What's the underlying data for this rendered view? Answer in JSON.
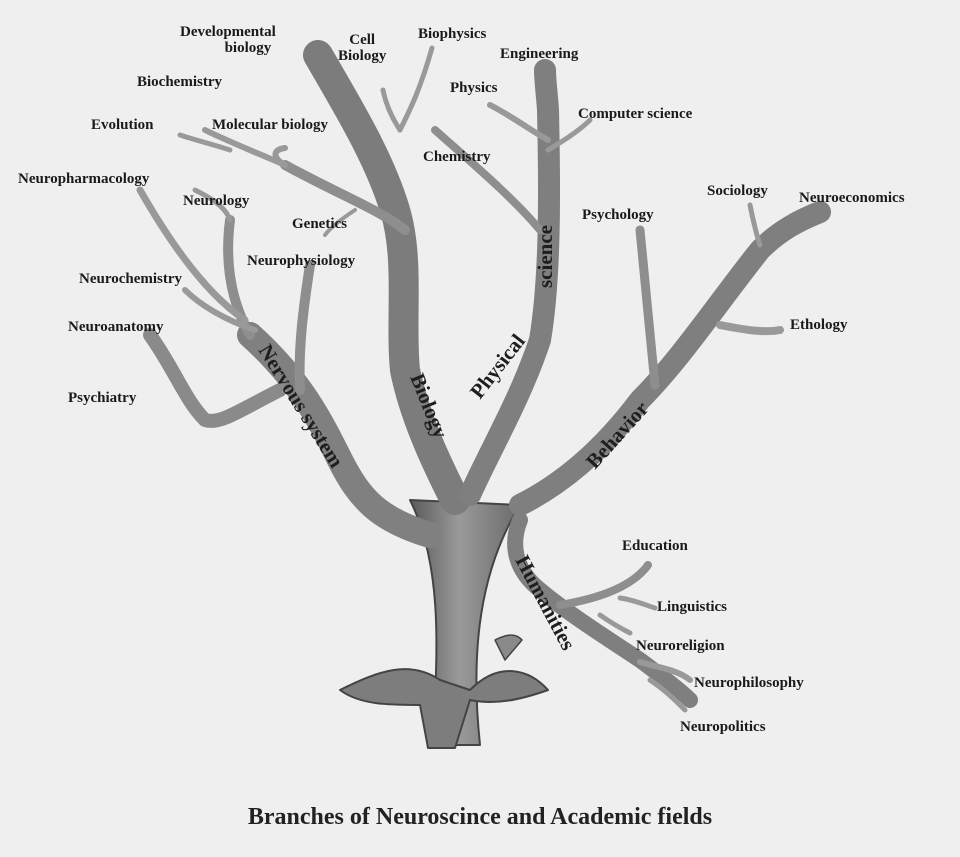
{
  "caption": "Branches of Neuroscince and Academic fields",
  "main_branches": {
    "nervous_system": "Nervous system",
    "biology": "Biology",
    "physical_science": [
      "Physical",
      "science"
    ],
    "behavior": "Behavior",
    "humanities": "Humanities"
  },
  "fields": {
    "developmental_biology": [
      "Developmental",
      "biology"
    ],
    "cell_biology": [
      "Cell",
      "Biology"
    ],
    "biophysics": "Biophysics",
    "engineering": "Engineering",
    "physics": "Physics",
    "computer_science": "Computer science",
    "biochemistry": "Biochemistry",
    "evolution": "Evolution",
    "molecular_biology": "Molecular biology",
    "chemistry": "Chemistry",
    "neuropharmacology": "Neuropharmacology",
    "neurology": "Neurology",
    "genetics": "Genetics",
    "neurophysiology": "Neurophysiology",
    "psychology": "Psychology",
    "sociology": "Sociology",
    "neuroeconomics": "Neuroeconomics",
    "neurochemistry": "Neurochemistry",
    "neuroanatomy": "Neuroanatomy",
    "ethology": "Ethology",
    "psychiatry": "Psychiatry",
    "education": "Education",
    "linguistics": "Linguistics",
    "neuroreligion": "Neuroreligion",
    "neurophilosophy": "Neurophilosophy",
    "neuropolitics": "Neuropolitics"
  }
}
